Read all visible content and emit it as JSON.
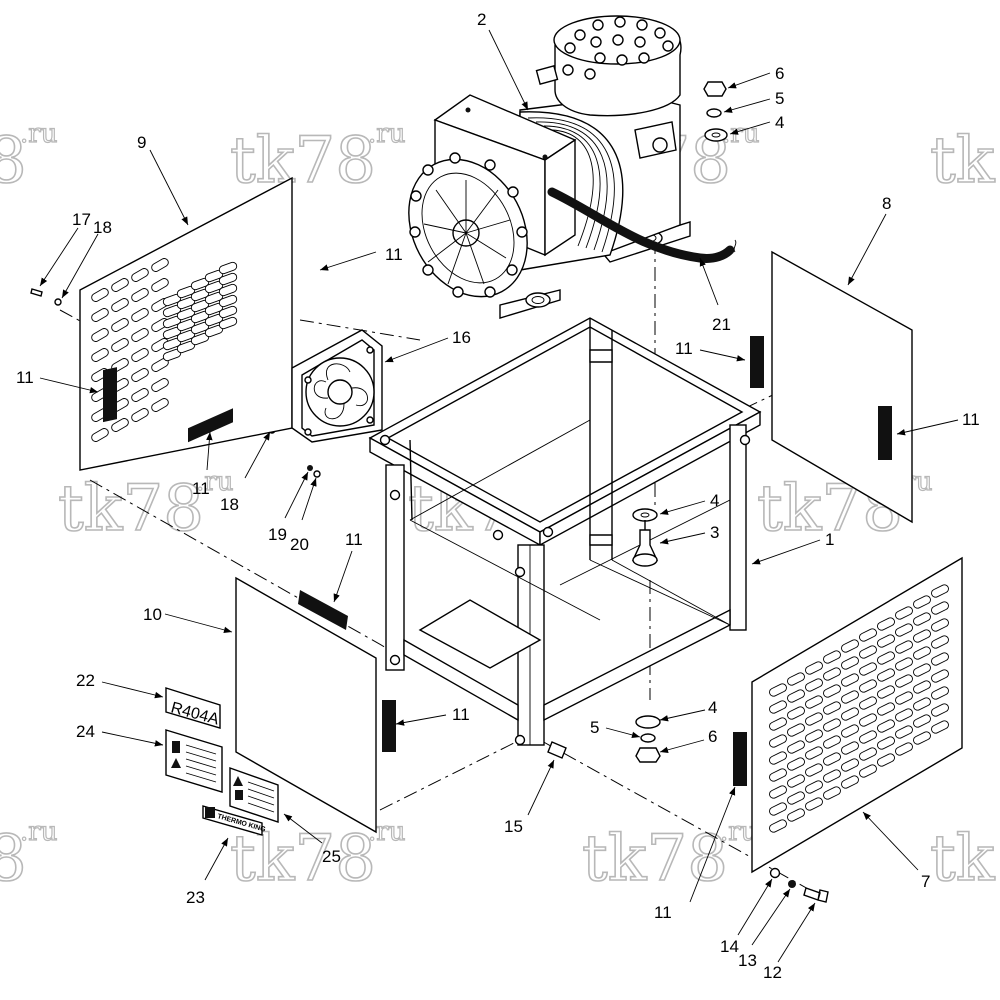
{
  "watermark": {
    "brand": "tk78",
    "suffix": ".ru",
    "partial_left": "8",
    "partial_right": "tk"
  },
  "decals": {
    "refrigerant": "R404A",
    "brand": "THERMO KING"
  },
  "callouts": {
    "c1": "1",
    "c2": "2",
    "c3": "3",
    "c4a": "4",
    "c4b": "4",
    "c4c": "4",
    "c5a": "5",
    "c5b": "5",
    "c6a": "6",
    "c6b": "6",
    "c7": "7",
    "c8": "8",
    "c9": "9",
    "c10": "10",
    "c11a": "11",
    "c11b": "11",
    "c11c": "11",
    "c11d": "11",
    "c11e": "11",
    "c11f": "11",
    "c11g": "11",
    "c11h": "11",
    "c12": "12",
    "c13": "13",
    "c14": "14",
    "c15": "15",
    "c16": "16",
    "c17": "17",
    "c18a": "18",
    "c18b": "18",
    "c19": "19",
    "c20": "20",
    "c21": "21",
    "c22": "22",
    "c23": "23",
    "c24": "24",
    "c25": "25"
  }
}
